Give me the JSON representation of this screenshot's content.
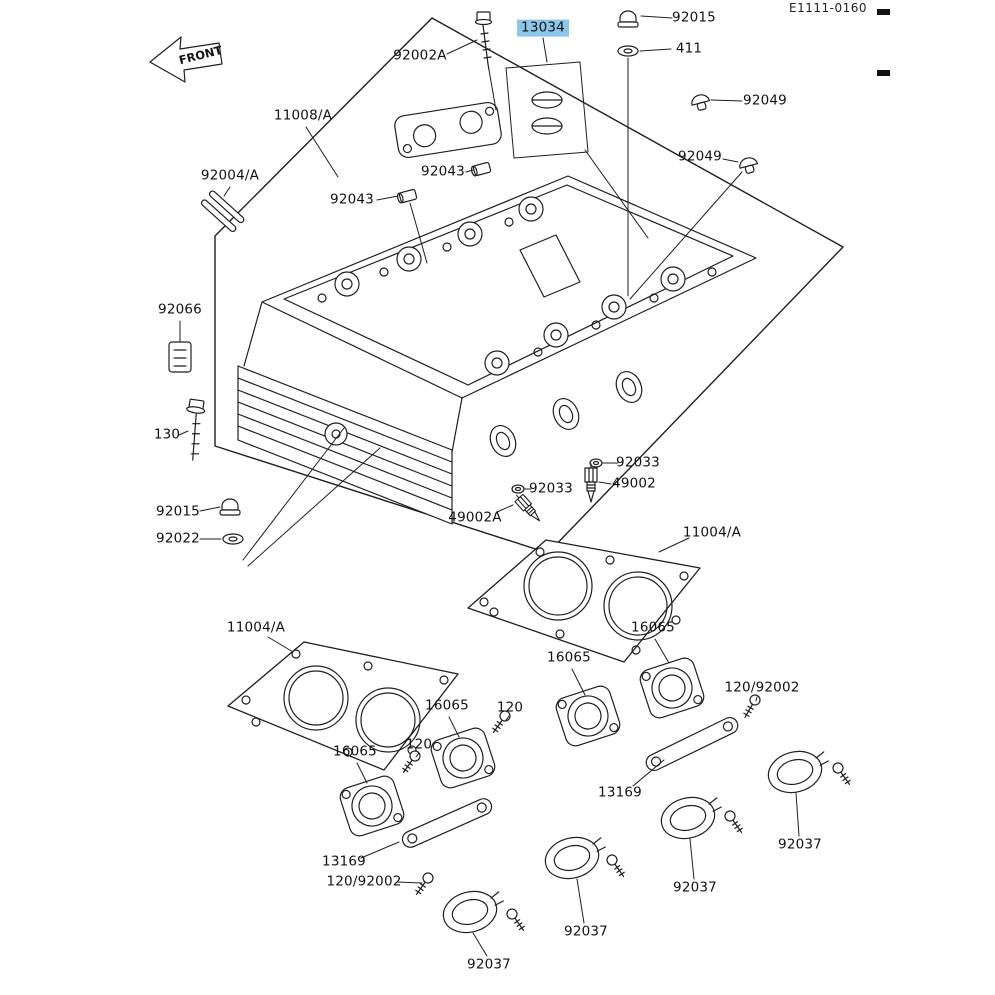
{
  "diagram": {
    "code": "E1111-0160",
    "front_label": "FRONT",
    "highlight_color": "#8cc6ea",
    "line_color": "#1f1f1f",
    "background_color": "#ffffff"
  },
  "labels": [
    {
      "text": "92015"
    },
    {
      "text": "13034",
      "highlighted": true
    },
    {
      "text": "92002A"
    },
    {
      "text": "411"
    },
    {
      "text": "92049"
    },
    {
      "text": "11008/A"
    },
    {
      "text": "92004/A"
    },
    {
      "text": "92043"
    },
    {
      "text": "92043"
    },
    {
      "text": "92049"
    },
    {
      "text": "92066"
    },
    {
      "text": "130"
    },
    {
      "text": "92015"
    },
    {
      "text": "92022"
    },
    {
      "text": "92033"
    },
    {
      "text": "49002"
    },
    {
      "text": "92033"
    },
    {
      "text": "49002A"
    },
    {
      "text": "11004/A"
    },
    {
      "text": "11004/A"
    },
    {
      "text": "16065"
    },
    {
      "text": "16065"
    },
    {
      "text": "120/92002"
    },
    {
      "text": "16065"
    },
    {
      "text": "120"
    },
    {
      "text": "16065"
    },
    {
      "text": "120"
    },
    {
      "text": "13169"
    },
    {
      "text": "92037"
    },
    {
      "text": "13169"
    },
    {
      "text": "120/92002"
    },
    {
      "text": "92037"
    },
    {
      "text": "92037"
    },
    {
      "text": "92037"
    }
  ]
}
